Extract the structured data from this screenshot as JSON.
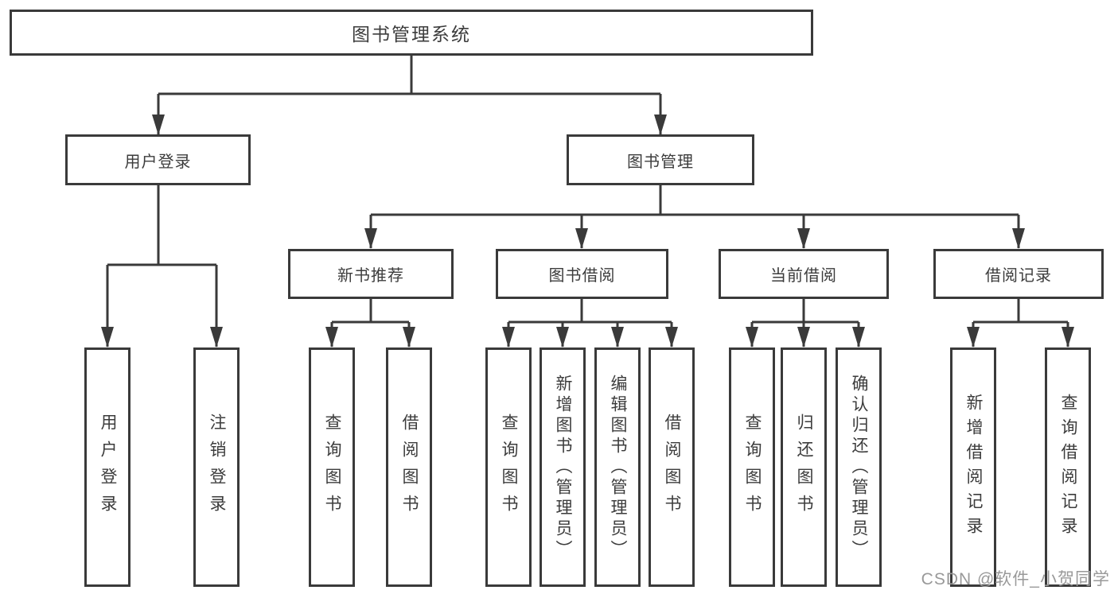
{
  "tree": {
    "label": "图书管理系统",
    "children": [
      {
        "label": "用户登录",
        "children": [
          {
            "label": "用户登录"
          },
          {
            "label": "注销登录"
          }
        ]
      },
      {
        "label": "图书管理",
        "children": [
          {
            "label": "新书推荐",
            "children": [
              {
                "label": "查询图书"
              },
              {
                "label": "借阅图书"
              }
            ]
          },
          {
            "label": "图书借阅",
            "children": [
              {
                "label": "查询图书"
              },
              {
                "label": "新增图书（管理员）"
              },
              {
                "label": "编辑图书（管理员）"
              },
              {
                "label": "借阅图书"
              }
            ]
          },
          {
            "label": "当前借阅",
            "children": [
              {
                "label": "查询图书"
              },
              {
                "label": "归还图书"
              },
              {
                "label": "确认归还（管理员）"
              }
            ]
          },
          {
            "label": "借阅记录",
            "children": [
              {
                "label": "新增借阅记录"
              },
              {
                "label": "查询借阅记录"
              }
            ]
          }
        ]
      }
    ]
  },
  "watermark": {
    "text": "CSDN @软件_小贺同学"
  },
  "colors": {
    "line": "#3a3a3a",
    "text": "#3c3c3c",
    "box_background": "#ffffff",
    "page_background": "#ffffff",
    "watermark": "#999999"
  }
}
